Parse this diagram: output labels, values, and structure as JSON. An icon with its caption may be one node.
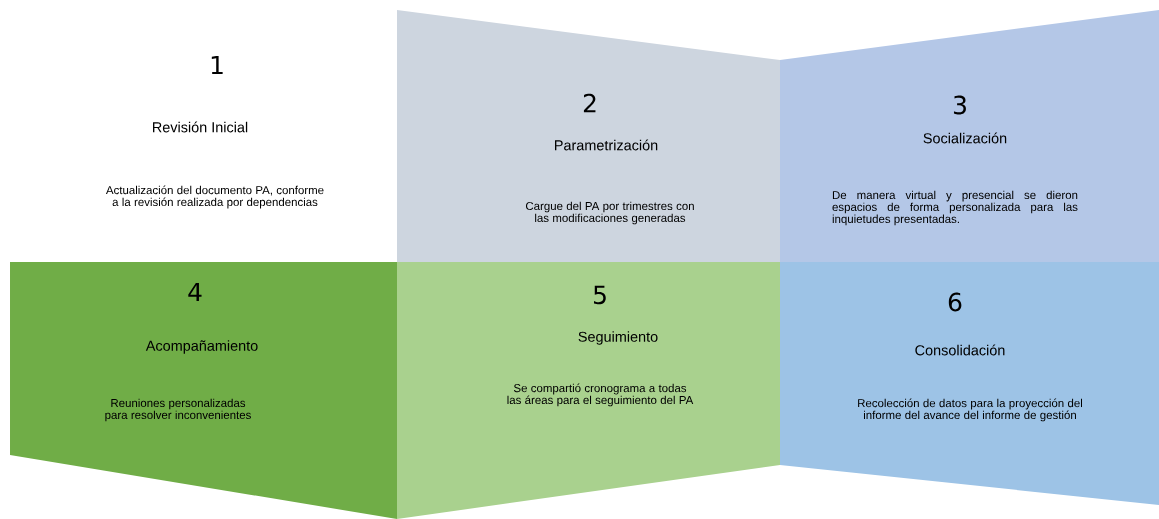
{
  "diagram": {
    "nodes": [
      {
        "text": [
          "1",
          "Revisión Inicial",
          "Actualización del documento PA, conforme a la revisión realizada por dependencias"
        ]
      },
      {
        "text": [
          "2",
          "Parametrización",
          "Cargue del PA por trimestres con las modificaciones generadas"
        ]
      },
      {
        "text": [
          "3",
          "Socialización",
          "De manera virtual y presencial se dieron espacios de forma personalizada para las inquietudes presentadas."
        ]
      },
      {
        "text": [
          "4",
          "Acompañamiento",
          "Reuniones personalizadas para resolver inconvenientes"
        ]
      },
      {
        "text": [
          "5",
          "Seguimiento",
          "Se compartió cronograma a todas las áreas para el seguimiento del PA"
        ]
      },
      {
        "text": [
          "6",
          "Consolidación",
          "Recolección de datos para la proyección del informe del avance del informe de gestión"
        ]
      }
    ]
  }
}
